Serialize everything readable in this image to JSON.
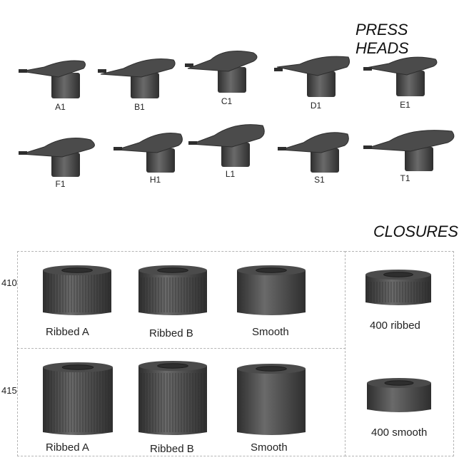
{
  "press_heads": {
    "title": "PRESS HEADS",
    "items": [
      {
        "label": "A1",
        "icon": "press-head-a1-icon"
      },
      {
        "label": "B1",
        "icon": "press-head-b1-icon"
      },
      {
        "label": "C1",
        "icon": "press-head-c1-icon"
      },
      {
        "label": "D1",
        "icon": "press-head-d1-icon"
      },
      {
        "label": "E1",
        "icon": "press-head-e1-icon"
      },
      {
        "label": "F1",
        "icon": "press-head-f1-icon"
      },
      {
        "label": "H1",
        "icon": "press-head-h1-icon"
      },
      {
        "label": "L1",
        "icon": "press-head-l1-icon"
      },
      {
        "label": "S1",
        "icon": "press-head-s1-icon"
      },
      {
        "label": "T1",
        "icon": "press-head-t1-icon"
      }
    ]
  },
  "closures": {
    "title": "CLOSURES",
    "row_labels": [
      "410",
      "415"
    ],
    "items_410": [
      "Ribbed A",
      "Ribbed B",
      "Smooth"
    ],
    "items_415": [
      "Ribbed A",
      "Ribbed B",
      "Smooth"
    ],
    "items_400": [
      "400 ribbed",
      "400 smooth"
    ]
  },
  "colors": {
    "product": "#4b4b4b",
    "product_dark": "#2e2e2e",
    "product_light": "#6a6a6a",
    "divider": "#b5b5b5"
  }
}
